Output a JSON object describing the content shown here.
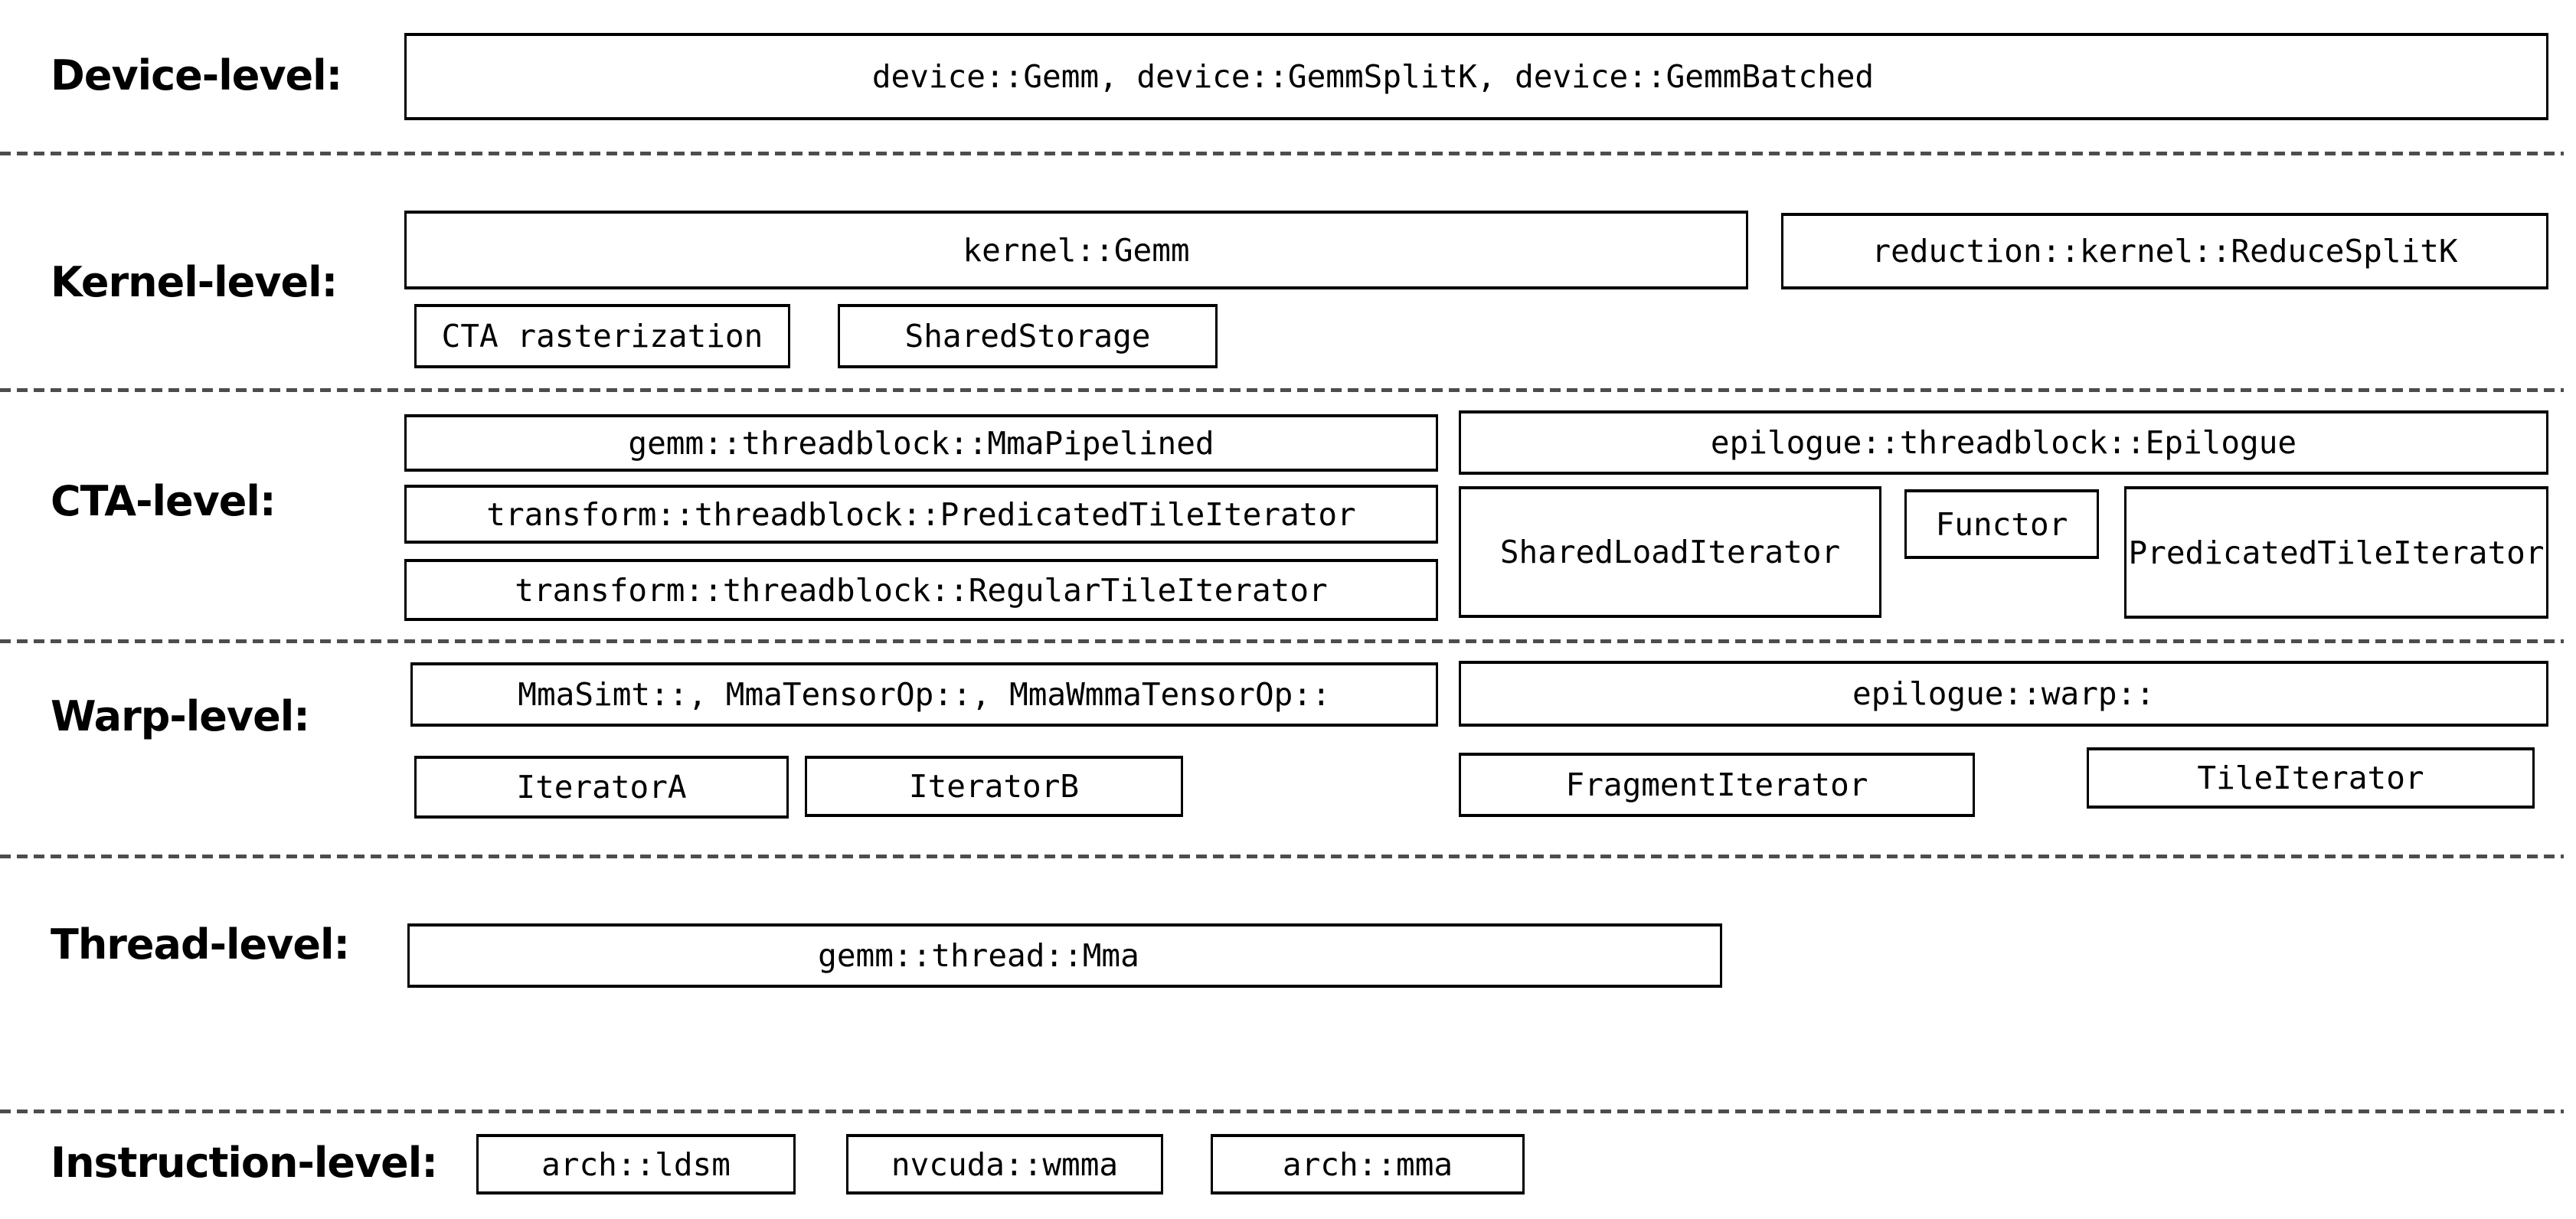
{
  "diagram": {
    "colors": {
      "background": "#ffffff",
      "box_border": "#000000",
      "text": "#000000",
      "separator": "#4d4d4d"
    },
    "levels": [
      {
        "label": "Device-level:",
        "boxes": [
          {
            "text": "device::Gemm, device::GemmSplitK, device::GemmBatched"
          }
        ]
      },
      {
        "label": "Kernel-level:",
        "boxes": [
          {
            "text": "kernel::Gemm"
          },
          {
            "text": "reduction::kernel::ReduceSplitK"
          },
          {
            "text": "CTA rasterization"
          },
          {
            "text": "SharedStorage"
          }
        ]
      },
      {
        "label": "CTA-level:",
        "boxes": [
          {
            "text": "gemm::threadblock::MmaPipelined"
          },
          {
            "text": "transform::threadblock::PredicatedTileIterator"
          },
          {
            "text": "transform::threadblock::RegularTileIterator"
          },
          {
            "text": "epilogue::threadblock::Epilogue"
          },
          {
            "text": "SharedLoadIterator"
          },
          {
            "text": "Functor"
          },
          {
            "text": "PredicatedTileIterator"
          }
        ]
      },
      {
        "label": "Warp-level:",
        "boxes": [
          {
            "text": "MmaSimt::, MmaTensorOp::, MmaWmmaTensorOp::"
          },
          {
            "text": "epilogue::warp::"
          },
          {
            "text": "IteratorA"
          },
          {
            "text": "IteratorB"
          },
          {
            "text": "FragmentIterator"
          },
          {
            "text": "TileIterator"
          }
        ]
      },
      {
        "label": "Thread-level:",
        "boxes": [
          {
            "text": "gemm::thread::Mma"
          }
        ]
      },
      {
        "label": "Instruction-level:",
        "boxes": [
          {
            "text": "arch::ldsm"
          },
          {
            "text": "nvcuda::wmma"
          },
          {
            "text": "arch::mma"
          }
        ]
      }
    ]
  }
}
